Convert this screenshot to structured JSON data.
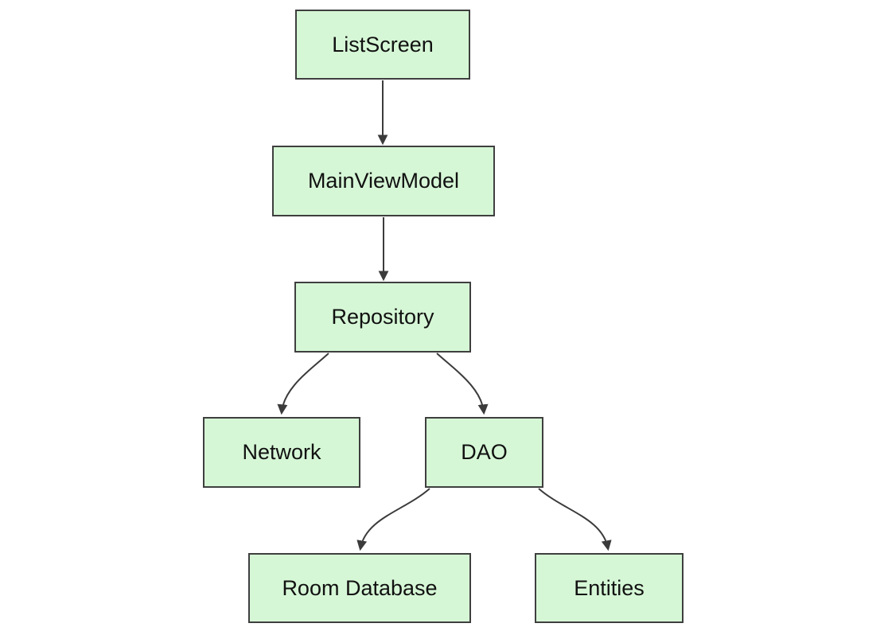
{
  "diagram": {
    "type": "flowchart",
    "direction": "top-down",
    "nodes": [
      {
        "id": "listscreen",
        "label": "ListScreen"
      },
      {
        "id": "mainviewmodel",
        "label": "MainViewModel"
      },
      {
        "id": "repository",
        "label": "Repository"
      },
      {
        "id": "network",
        "label": "Network"
      },
      {
        "id": "dao",
        "label": "DAO"
      },
      {
        "id": "roomdatabase",
        "label": "Room Database"
      },
      {
        "id": "entities",
        "label": "Entities"
      }
    ],
    "edges": [
      {
        "from": "ListScreen",
        "to": "MainViewModel"
      },
      {
        "from": "MainViewModel",
        "to": "Repository"
      },
      {
        "from": "Repository",
        "to": "Network"
      },
      {
        "from": "Repository",
        "to": "DAO"
      },
      {
        "from": "DAO",
        "to": "Room Database"
      },
      {
        "from": "DAO",
        "to": "Entities"
      }
    ],
    "colors": {
      "background": "#ffffff",
      "node_fill": "#d6f7d6",
      "node_border": "#3f3f3f",
      "edge": "#3b3b3b",
      "text": "#111111"
    }
  }
}
